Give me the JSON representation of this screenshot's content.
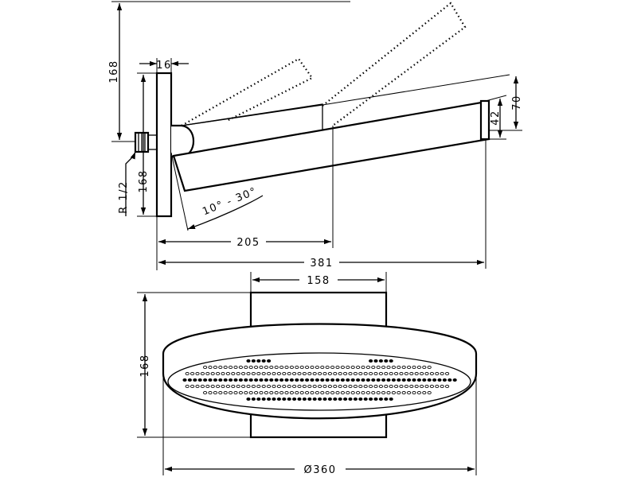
{
  "drawing": {
    "side_view": {
      "dim_height_total": "168",
      "dim_plate_thickness": "16",
      "dim_plate_height": "168",
      "thread_label": "R 1/2",
      "angle_label": "10° - 30°",
      "dim_to_ceiling_point": "205",
      "dim_total_projection": "381",
      "dim_head_thickness_outer": "70",
      "dim_head_thickness_inner": "42"
    },
    "front_view": {
      "dim_plate_width": "158",
      "dim_height": "168",
      "dim_head_diameter": "Ø360"
    }
  }
}
